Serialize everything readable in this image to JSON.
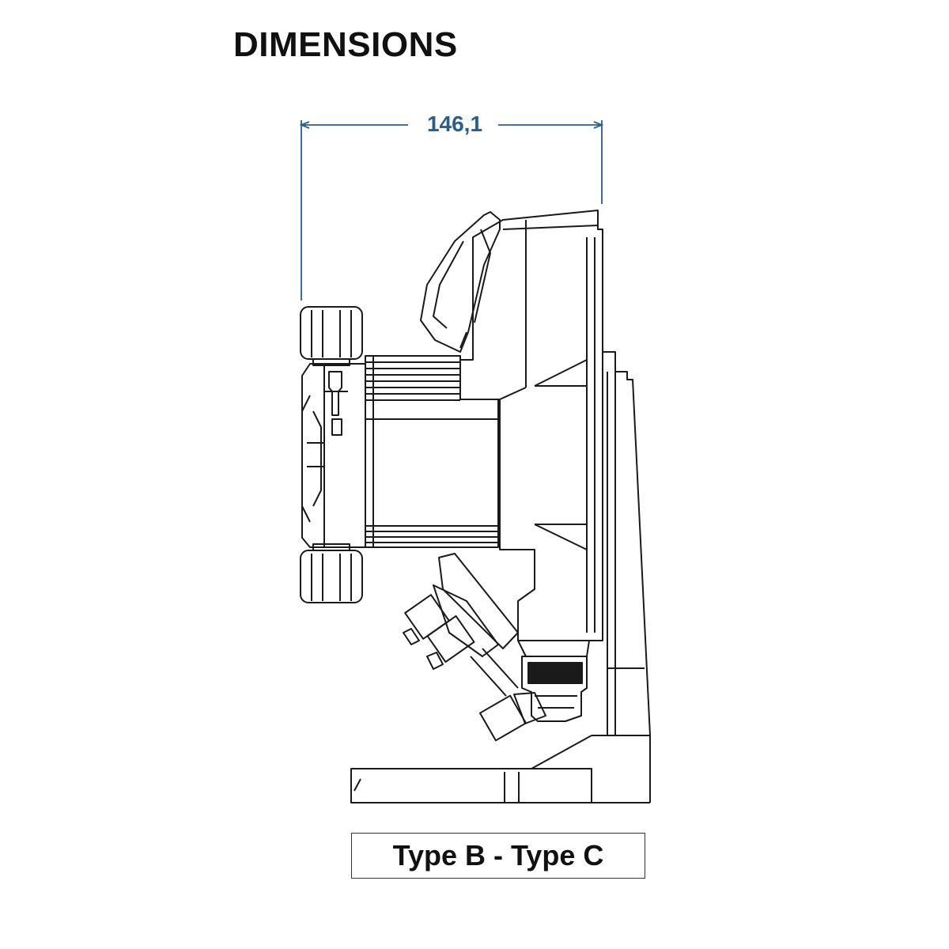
{
  "title": "DIMENSIONS",
  "dimension": {
    "value": "146,1"
  },
  "caption": "Type B - Type C",
  "colors": {
    "dimension_line": "#2b5f87",
    "outline": "#1a1a1a"
  }
}
